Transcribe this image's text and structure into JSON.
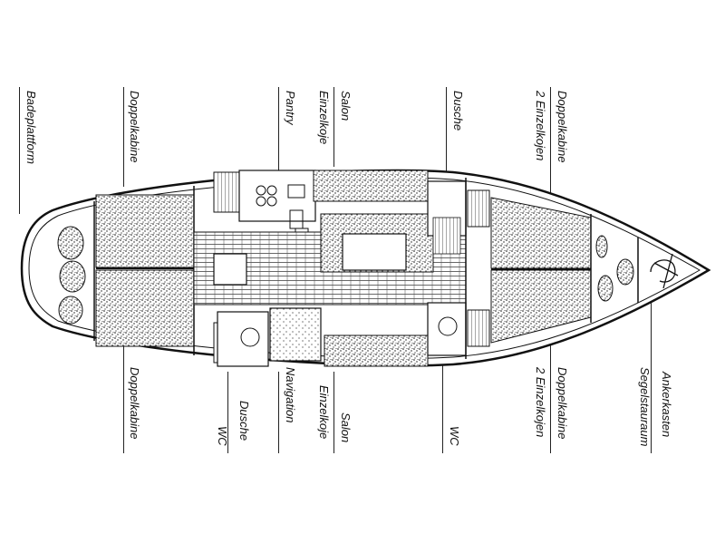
{
  "labels": {
    "badeplattform": "Badeplattform",
    "doppelkabine_top": "Doppelkabine",
    "pantry": "Pantry",
    "salon_top": "Salon",
    "einzelkoje_top": "Einzelkoje",
    "dusche_top": "Dusche",
    "doppelkabine_fwd_top": "Doppelkabine",
    "einzelkojen_top": "2 Einzelkojen",
    "doppelkabine_bottom": "Doppelkabine",
    "wc_aft": "WC",
    "dusche_bottom": "Dusche",
    "navigation": "Navigation",
    "einzelkoje_bottom": "Einzelkoje",
    "salon_bottom": "Salon",
    "wc_fwd": "WC",
    "doppelkabine_fwd_bottom": "Doppelkabine",
    "einzelkojen_bottom": "2 Einzelkojen",
    "segelstauraum": "Segelstauraum",
    "ankerkasten": "Ankerkasten"
  },
  "colors": {
    "line": "#111111",
    "background": "#ffffff",
    "deck_planks": "#444444"
  }
}
